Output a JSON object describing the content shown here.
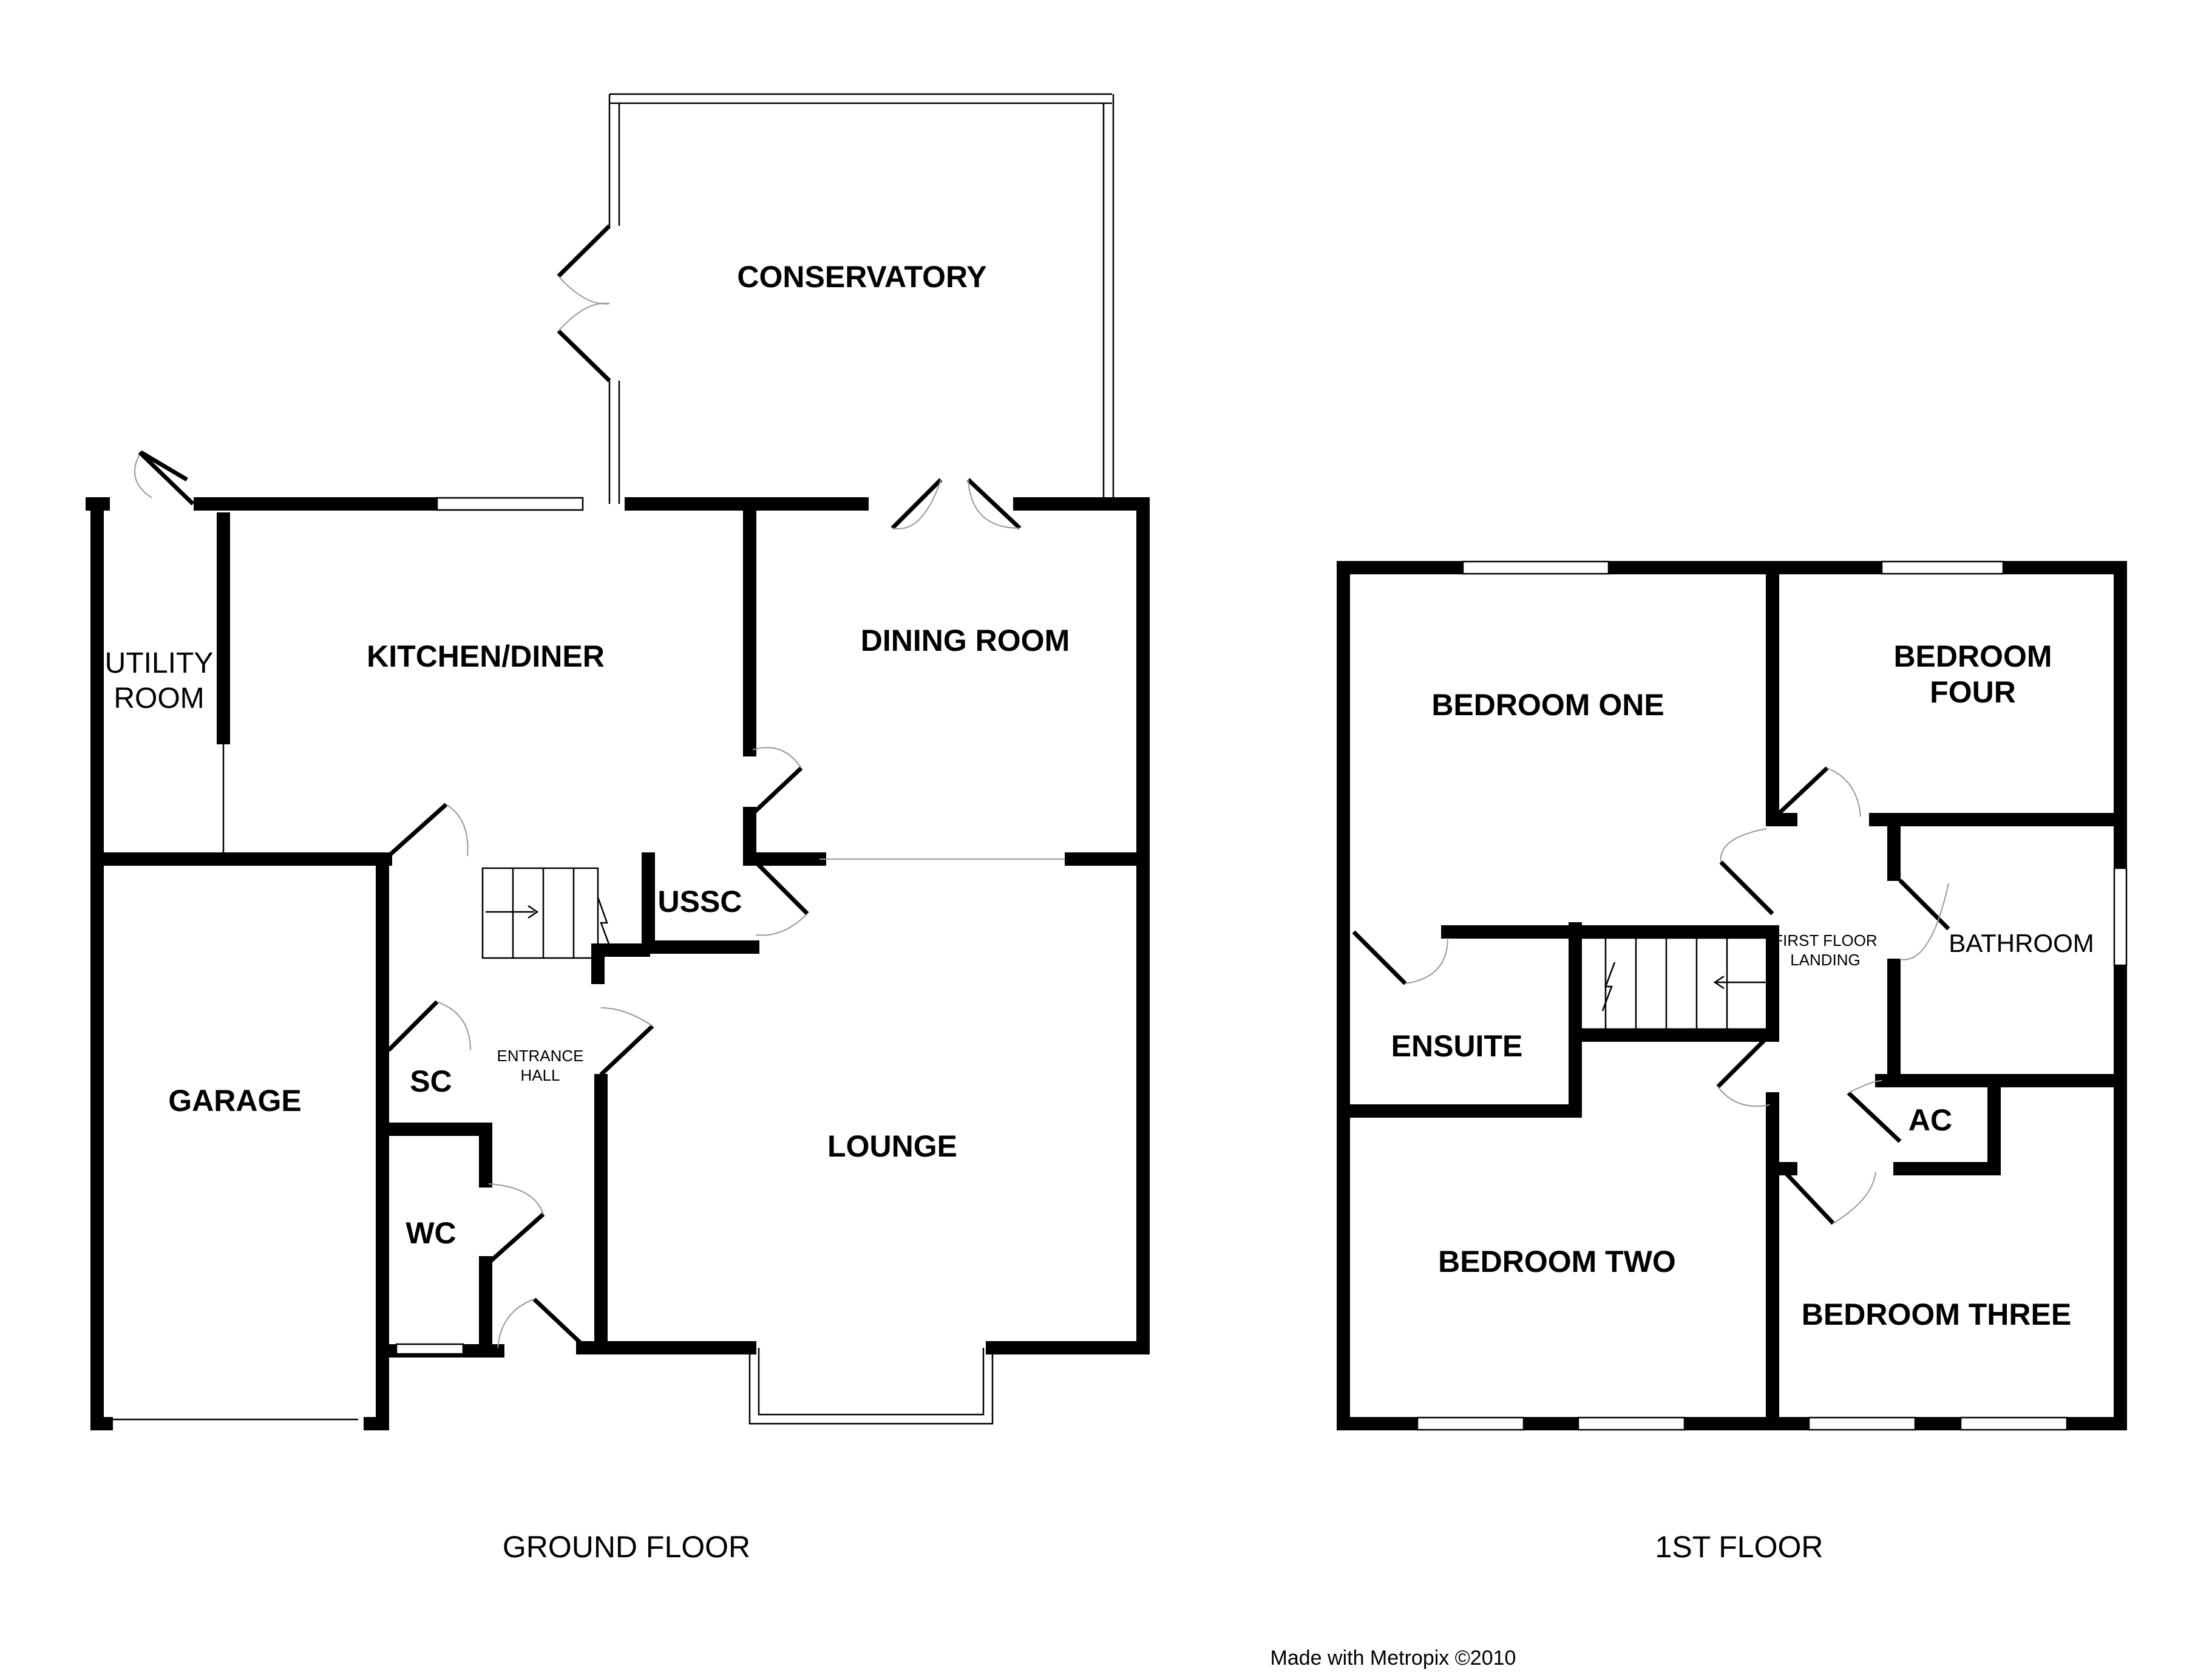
{
  "ground_floor": {
    "caption": "GROUND FLOOR",
    "rooms": {
      "conservatory": "CONSERVATORY",
      "utility_1": "UTILITY",
      "utility_2": "ROOM",
      "kitchen": "KITCHEN/DINER",
      "dining": "DINING ROOM",
      "ussc": "USSC",
      "entrance_1": "ENTRANCE",
      "entrance_2": "HALL",
      "garage": "GARAGE",
      "sc": "SC",
      "wc": "WC",
      "lounge": "LOUNGE"
    }
  },
  "first_floor": {
    "caption": "1ST FLOOR",
    "rooms": {
      "bedroom_one": "BEDROOM ONE",
      "bedroom_four_1": "BEDROOM",
      "bedroom_four_2": "FOUR",
      "landing_1": "FIRST FLOOR",
      "landing_2": "LANDING",
      "bathroom": "BATHROOM",
      "ensuite": "ENSUITE",
      "ac": "AC",
      "bedroom_two": "BEDROOM TWO",
      "bedroom_three": "BEDROOM THREE"
    }
  },
  "credit": "Made with Metropix ©2010"
}
